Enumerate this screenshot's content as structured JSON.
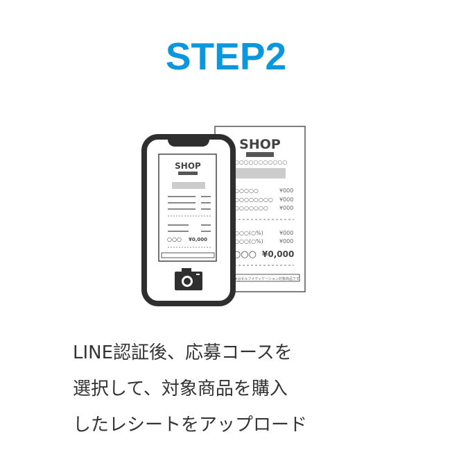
{
  "step_title": "STEP2",
  "illustration": {
    "shop": "SHOP",
    "circles": "○○○○○○○○○○○",
    "items": [
      {
        "name": "○○○○○",
        "price": "¥000"
      },
      {
        "name": "○○○○○○○○",
        "price": "¥000"
      },
      {
        "name": "○○○○○○○",
        "price": "¥000"
      }
    ],
    "tax": [
      {
        "name": "○○○(○%)",
        "price": "¥000"
      },
      {
        "name": "○○○(○%)",
        "price": "¥000"
      }
    ],
    "total_label": "○○○",
    "total": "¥0,000",
    "footer": "★はセルフメディケーション対象商品です",
    "icon": "camera-icon"
  },
  "description": [
    "LINE認証後、応募コースを",
    "選択して、対象商品を購入",
    "したレシートをアップロード"
  ],
  "colors": {
    "accent": "#0a97dd",
    "text": "#333333"
  }
}
